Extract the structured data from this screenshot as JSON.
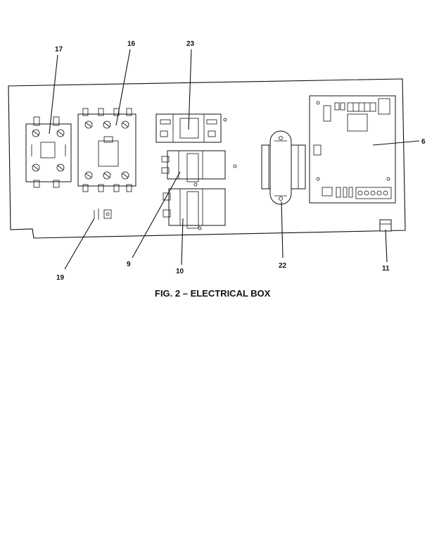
{
  "figure": {
    "caption": "FIG. 2 – ELECTRICAL BOX",
    "callouts": {
      "c17": "17",
      "c16": "16",
      "c23": "23",
      "c6": "6",
      "c19": "19",
      "c9": "9",
      "c10": "10",
      "c22": "22",
      "c11": "11"
    }
  }
}
